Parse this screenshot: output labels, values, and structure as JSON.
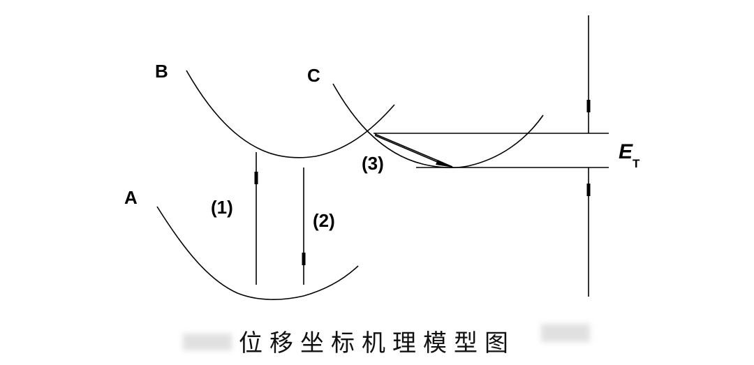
{
  "labels": {
    "curve_a": "A",
    "curve_b": "B",
    "curve_c": "C",
    "transition_1": "(1)",
    "transition_2": "(2)",
    "transition_3": "(3)",
    "energy_symbol": "E",
    "energy_subscript": "T"
  },
  "caption": "位移坐标机理模型图",
  "colors": {
    "ink": "#000000",
    "background": "#ffffff"
  }
}
